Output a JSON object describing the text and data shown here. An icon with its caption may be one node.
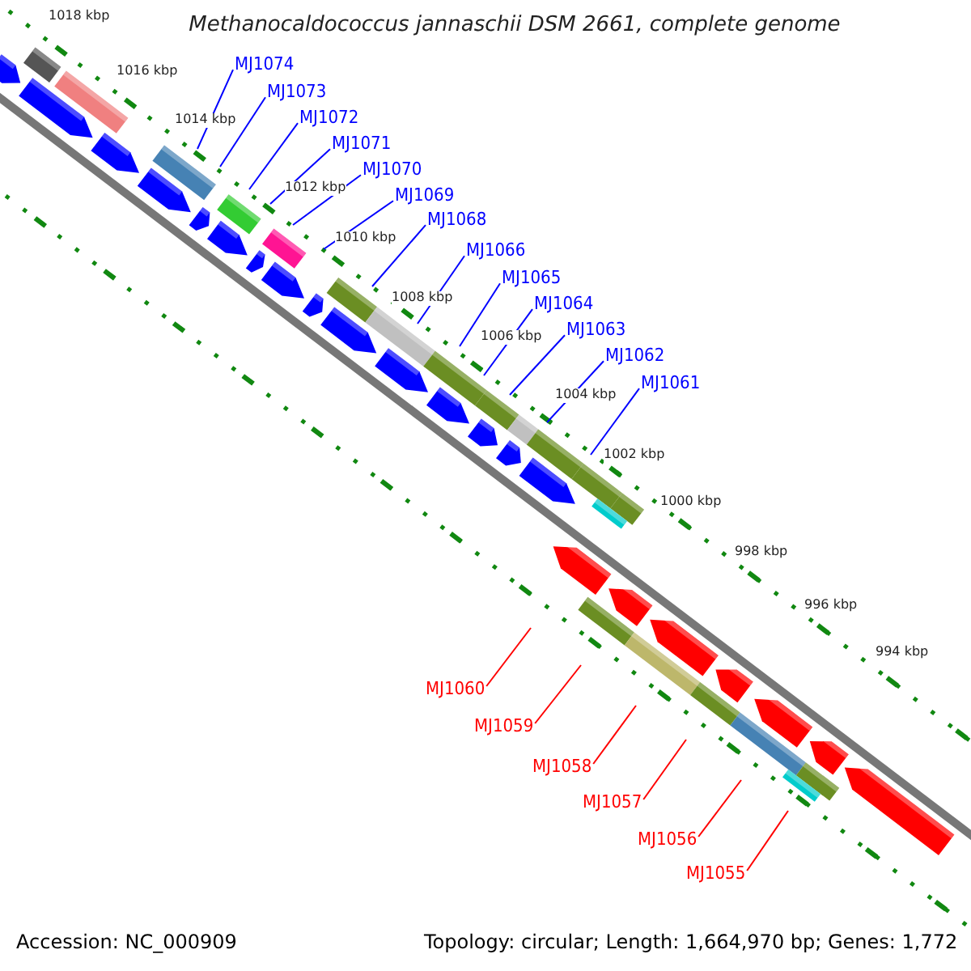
{
  "diagram": {
    "title": "Methanocaldococcus jannaschii DSM 2661, complete genome",
    "nodes": [
      {
        "text": [
          "MJ1074"
        ]
      },
      {
        "text": [
          "MJ1073"
        ]
      },
      {
        "text": [
          "MJ1072"
        ]
      },
      {
        "text": [
          "MJ1071"
        ]
      },
      {
        "text": [
          "MJ1070"
        ]
      },
      {
        "text": [
          "MJ1069"
        ]
      },
      {
        "text": [
          "MJ1068"
        ]
      },
      {
        "text": [
          "MJ1066"
        ]
      },
      {
        "text": [
          "MJ1065"
        ]
      },
      {
        "text": [
          "MJ1064"
        ]
      },
      {
        "text": [
          "MJ1063"
        ]
      },
      {
        "text": [
          "MJ1062"
        ]
      },
      {
        "text": [
          "MJ1061"
        ]
      },
      {
        "text": [
          "MJ1060"
        ]
      },
      {
        "text": [
          "MJ1059"
        ]
      },
      {
        "text": [
          "MJ1058"
        ]
      },
      {
        "text": [
          "MJ1057"
        ]
      },
      {
        "text": [
          "MJ1056"
        ]
      },
      {
        "text": [
          "MJ1055"
        ]
      }
    ],
    "edges": [
      {
        "from": 0,
        "to": null,
        "arrow": "none"
      },
      {
        "from": 1,
        "to": null,
        "arrow": "none"
      },
      {
        "from": 2,
        "to": null,
        "arrow": "none"
      },
      {
        "from": 3,
        "to": null,
        "arrow": "none"
      },
      {
        "from": 4,
        "to": null,
        "arrow": "none"
      },
      {
        "from": 5,
        "to": null,
        "arrow": "none"
      },
      {
        "from": 6,
        "to": null,
        "arrow": "none"
      },
      {
        "from": 7,
        "to": null,
        "arrow": "none"
      },
      {
        "from": 8,
        "to": null,
        "arrow": "none"
      },
      {
        "from": 9,
        "to": null,
        "arrow": "none"
      },
      {
        "from": 10,
        "to": null,
        "arrow": "none"
      },
      {
        "from": 11,
        "to": null,
        "arrow": "none"
      },
      {
        "from": 12,
        "to": null,
        "arrow": "none"
      },
      {
        "from": 13,
        "to": null,
        "arrow": "none",
        "color": "#ff0000"
      },
      {
        "from": 14,
        "to": null,
        "arrow": "none",
        "color": "#ff0000"
      },
      {
        "from": 15,
        "to": null,
        "arrow": "none",
        "color": "#ff0000"
      },
      {
        "from": 16,
        "to": null,
        "arrow": "none",
        "color": "#ff0000"
      },
      {
        "from": 17,
        "to": null,
        "arrow": "none",
        "color": "#ff0000"
      },
      {
        "from": 18,
        "to": null,
        "arrow": "none",
        "color": "#ff0000"
      }
    ],
    "labels": [
      "1018 kbp",
      "1016 kbp",
      "1014 kbp",
      "1012 kbp",
      "1010 kbp",
      "1008 kbp",
      "1006 kbp",
      "1004 kbp",
      "1002 kbp",
      "1000 kbp",
      "998 kbp",
      "996 kbp",
      "994 kbp",
      "Accession: NC_000909",
      "Topology: circular; Length: 1,664,970 bp; Genes: 1,772"
    ]
  }
}
